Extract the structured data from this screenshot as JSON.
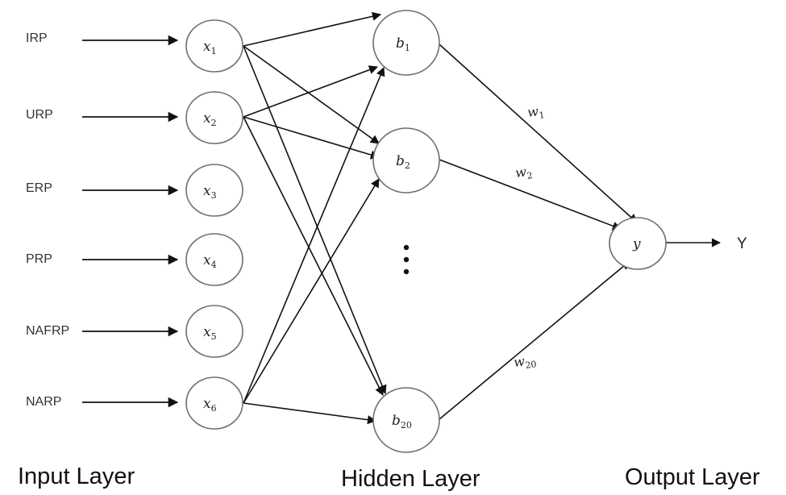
{
  "inputs": [
    {
      "label": "IRP",
      "var": "x",
      "sub": "1"
    },
    {
      "label": "URP",
      "var": "x",
      "sub": "2"
    },
    {
      "label": "ERP",
      "var": "x",
      "sub": "3"
    },
    {
      "label": "PRP",
      "var": "x",
      "sub": "4"
    },
    {
      "label": "NAFRP",
      "var": "x",
      "sub": "5"
    },
    {
      "label": "NARP",
      "var": "x",
      "sub": "6"
    }
  ],
  "hidden": [
    {
      "var": "b",
      "sub": "1"
    },
    {
      "var": "b",
      "sub": "2"
    },
    {
      "var": "b",
      "sub": "20"
    }
  ],
  "weights": [
    {
      "var": "w",
      "sub": "1"
    },
    {
      "var": "w",
      "sub": "2"
    },
    {
      "var": "w",
      "sub": "20"
    }
  ],
  "output": {
    "var": "y",
    "label": "Y"
  },
  "layers": {
    "input": "Input Layer",
    "hidden": "Hidden Layer",
    "output": "Output Layer"
  },
  "connections": [
    [
      "x1",
      "b1"
    ],
    [
      "x1",
      "b2"
    ],
    [
      "x1",
      "b20"
    ],
    [
      "x2",
      "b1"
    ],
    [
      "x2",
      "b2"
    ],
    [
      "x2",
      "b20"
    ],
    [
      "x6",
      "b1"
    ],
    [
      "x6",
      "b2"
    ],
    [
      "x6",
      "b20"
    ],
    [
      "b1",
      "y"
    ],
    [
      "b2",
      "y"
    ],
    [
      "b20",
      "y"
    ]
  ],
  "colors": {
    "line": "#111111",
    "node_stroke": "#6f6f6f",
    "text": "#222222"
  }
}
